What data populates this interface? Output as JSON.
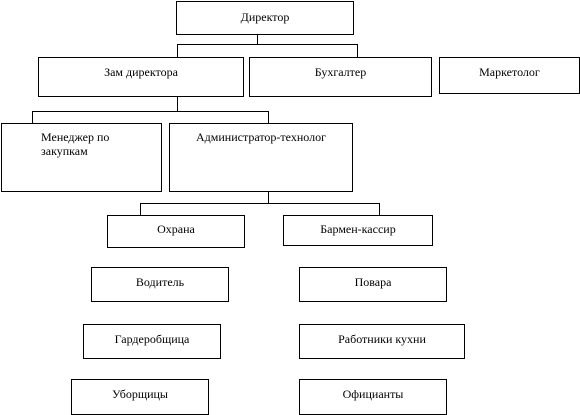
{
  "diagram": {
    "director": "Директор",
    "deputy": "Зам директора",
    "accountant": "Бухгалтер",
    "marketer": "Маркетолог",
    "purchasing_manager": "Менеджер по\nзакупкам",
    "admin_technologist": "Администратор-технолог",
    "security": "Охрана",
    "bartender_cashier": "Бармен-кассир",
    "driver": "Водитель",
    "cooks": "Повара",
    "cloakroom": "Гардеробщица",
    "kitchen_workers": "Работники кухни",
    "cleaners": "Уборщицы",
    "waiters": "Официанты"
  }
}
